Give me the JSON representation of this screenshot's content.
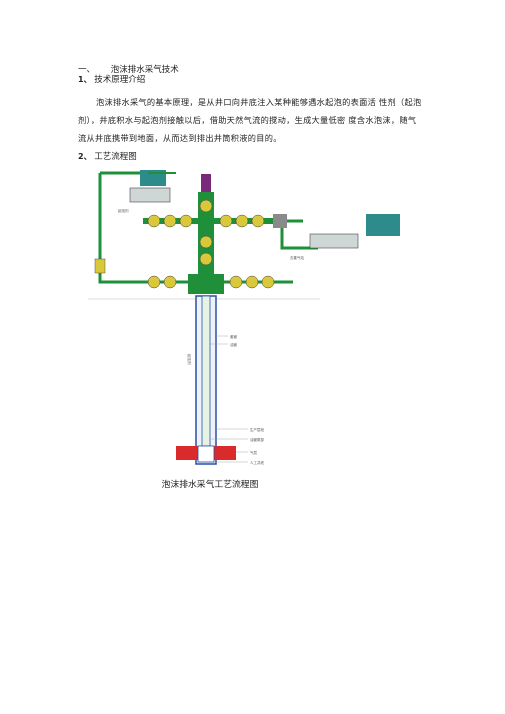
{
  "section": {
    "number": "一、",
    "title": "泡沫排水采气技术"
  },
  "sub1": {
    "number": "1、",
    "title": "技术原理介绍"
  },
  "paragraph": [
    "泡沫排水采气的基本原理，是从井口向井底注入某种能够遇水起泡的表面活 性剂（起泡",
    "剂），井底积水与起泡剂接触以后，借助天然气流的搅动，生成大量低密 度含水泡沫，随气",
    "流从井底携带到地面，从而达到排出井筒积液的目的。"
  ],
  "sub2": {
    "number": "2、",
    "title": "工艺流程图"
  },
  "figure": {
    "caption": "泡沫排水采气工艺流程图",
    "labels": {
      "left_tank": "起泡剂",
      "right_tank": "去集气站",
      "label_casing": "套管",
      "label_tubing": "油管",
      "label_foam": "起泡剂",
      "label_prod": "生产层段",
      "label_packer": "油管尾部",
      "label_gas": "气层",
      "label_bottom": "人工井底"
    },
    "colors": {
      "pipe_green": "#1f8f3a",
      "valve_yellow": "#d9c83a",
      "tank_teal": "#2e8b8b",
      "casing_blue": "#2b4fa8",
      "gas_red": "#d92b2b",
      "purple": "#7a2a7a"
    }
  }
}
